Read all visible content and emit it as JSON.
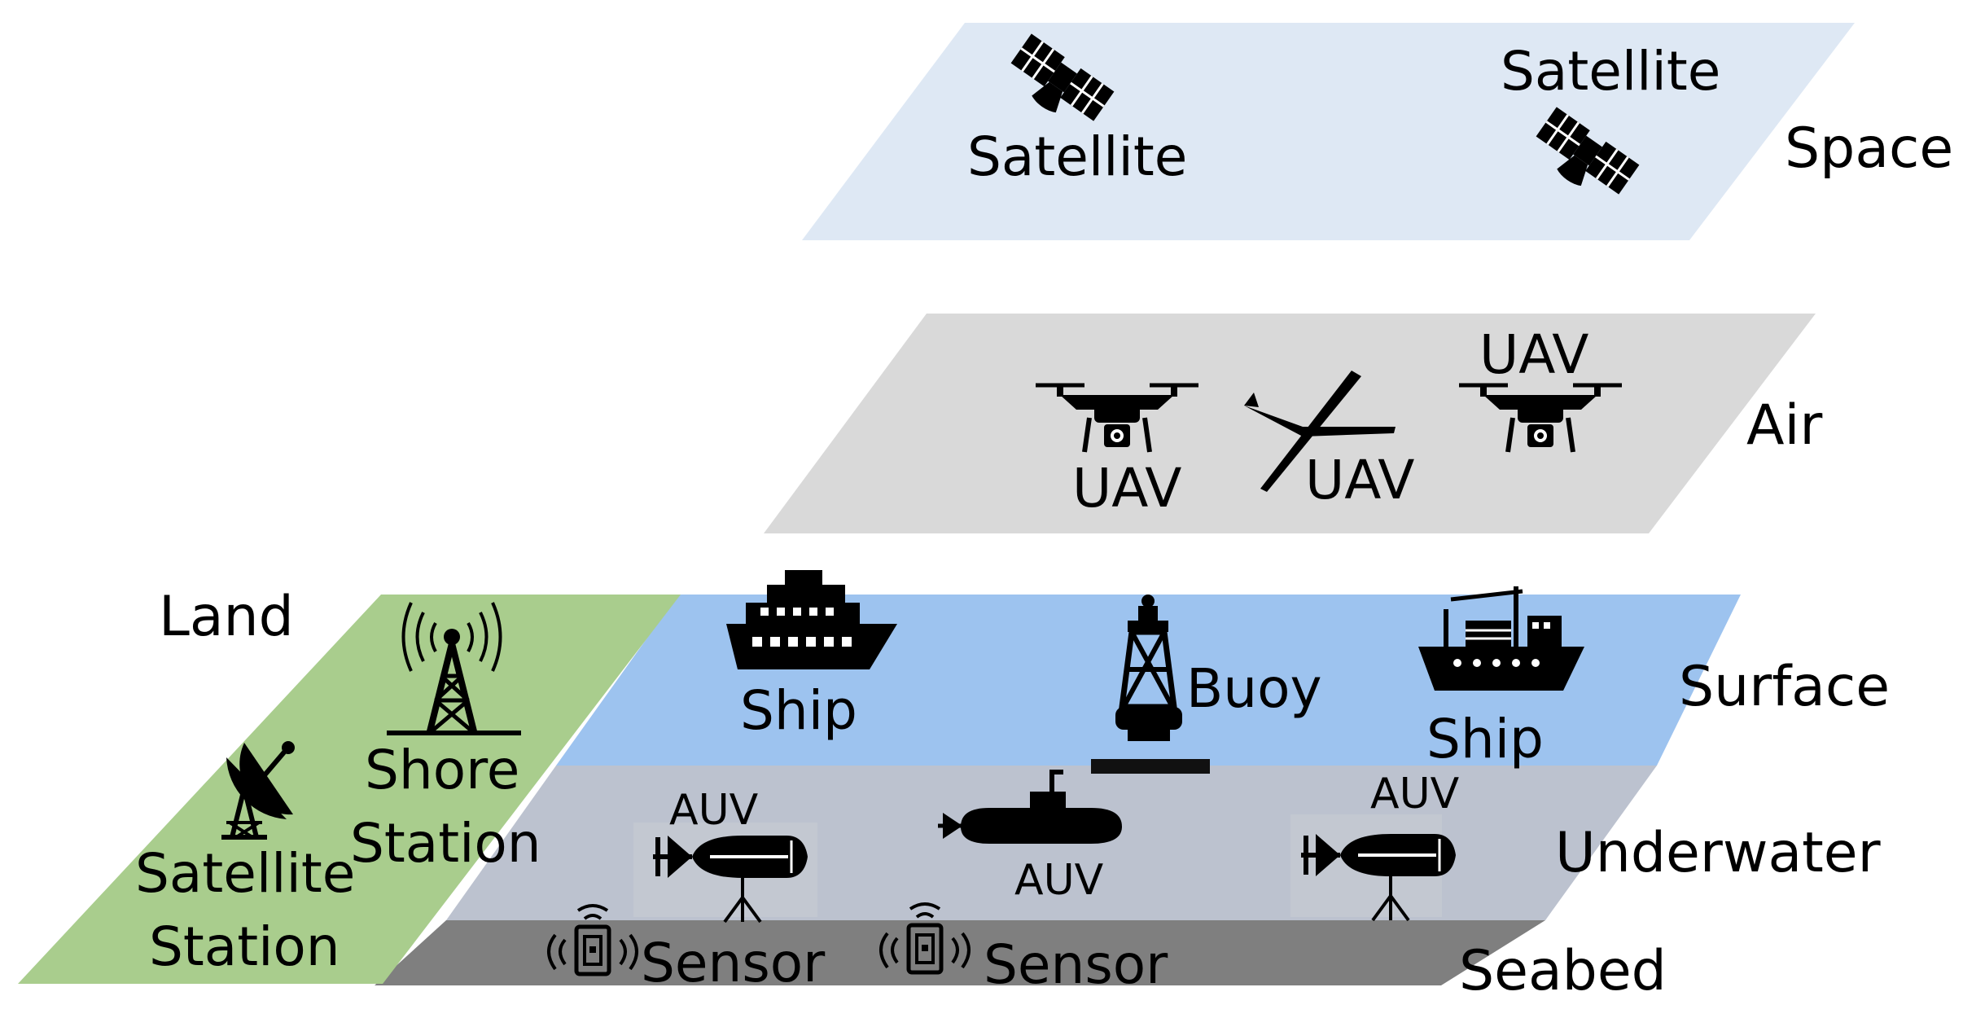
{
  "layers": {
    "space": "Space",
    "air": "Air",
    "surface": "Surface",
    "underwater": "Underwater",
    "seabed": "Seabed",
    "land": "Land"
  },
  "colors": {
    "space": "#dee8f4",
    "air": "#d9d9d9",
    "surface": "#9dc3ef",
    "underwater": "#bcc2cf",
    "seabed": "#7f7f7f",
    "land": "#a9cd8d",
    "icon": "#000000"
  },
  "nodes": {
    "satellite_1": "Satellite",
    "satellite_2": "Satellite",
    "uav_quad_1": "UAV",
    "uav_fixed_wing": "UAV",
    "uav_quad_2": "UAV",
    "ship_cruise": "Ship",
    "buoy": "Buoy",
    "ship_cargo": "Ship",
    "shore_station": [
      "Shore",
      "Station"
    ],
    "satellite_station": [
      "Satellite",
      "Station"
    ],
    "auv_1": "AUV",
    "auv_submarine": "AUV",
    "auv_2": "AUV",
    "sensor_1": "Sensor",
    "sensor_2": "Sensor"
  }
}
